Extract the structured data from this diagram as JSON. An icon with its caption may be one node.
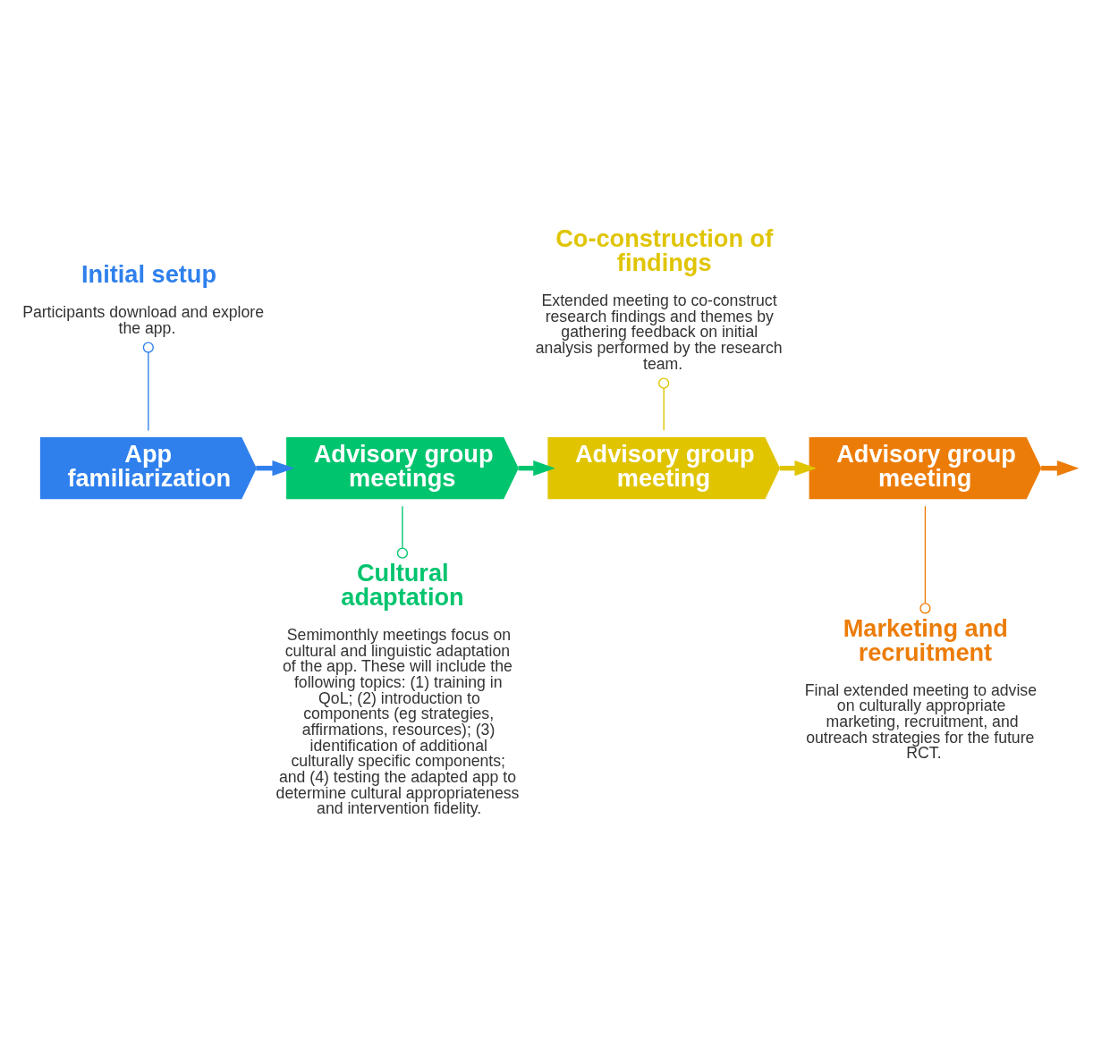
{
  "diagram": {
    "nodes": [
      {
        "text": [
          "App familiarization"
        ]
      },
      {
        "text": [
          "Initial setup",
          "Participants download and explore the app."
        ]
      },
      {
        "text": [
          "Advisory group meetings"
        ]
      },
      {
        "text": [
          "Cultural adaptation",
          "Semimonthly meetings focus on cultural and linguistic adaptation of the app. These will include the following topics: (1) training in QoL; (2) introduction to components (eg strategies, affirmations, resources); (3) identification of additional culturally specific components; and (4) testing the adapted app to determine cultural appropriateness and intervention fidelity."
        ]
      },
      {
        "text": [
          "Advisory group meeting"
        ]
      },
      {
        "text": [
          "Co-construction of findings",
          "Extended meeting to co-construct research findings and themes by gathering feedback on initial analysis performed by the research team."
        ]
      },
      {
        "text": [
          "Advisory group meeting"
        ]
      },
      {
        "text": [
          "Marketing and recruitment",
          "Final extended meeting to advise on culturally appropriate marketing, recruitment, and outreach strategies for the future RCT."
        ]
      }
    ],
    "edges": [
      {
        "from": 0,
        "to": 1,
        "arrow": "other",
        "color": "#2f80ed"
      },
      {
        "from": 0,
        "to": 2,
        "arrow": "to",
        "style": "thick",
        "color": "#2f80ed"
      },
      {
        "from": 2,
        "to": 3,
        "arrow": "other",
        "color": "#00c46e"
      },
      {
        "from": 2,
        "to": 4,
        "arrow": "to",
        "style": "thick",
        "color": "#00c46e"
      },
      {
        "from": 4,
        "to": 5,
        "arrow": "other",
        "color": "#e0c400"
      },
      {
        "from": 4,
        "to": 6,
        "arrow": "to",
        "style": "thick",
        "color": "#e0c400"
      },
      {
        "from": 6,
        "to": 7,
        "arrow": "other",
        "color": "#ec7c08"
      },
      {
        "from": 6,
        "to": null,
        "arrow": "to",
        "style": "thick",
        "color": "#ec7c08"
      }
    ]
  }
}
